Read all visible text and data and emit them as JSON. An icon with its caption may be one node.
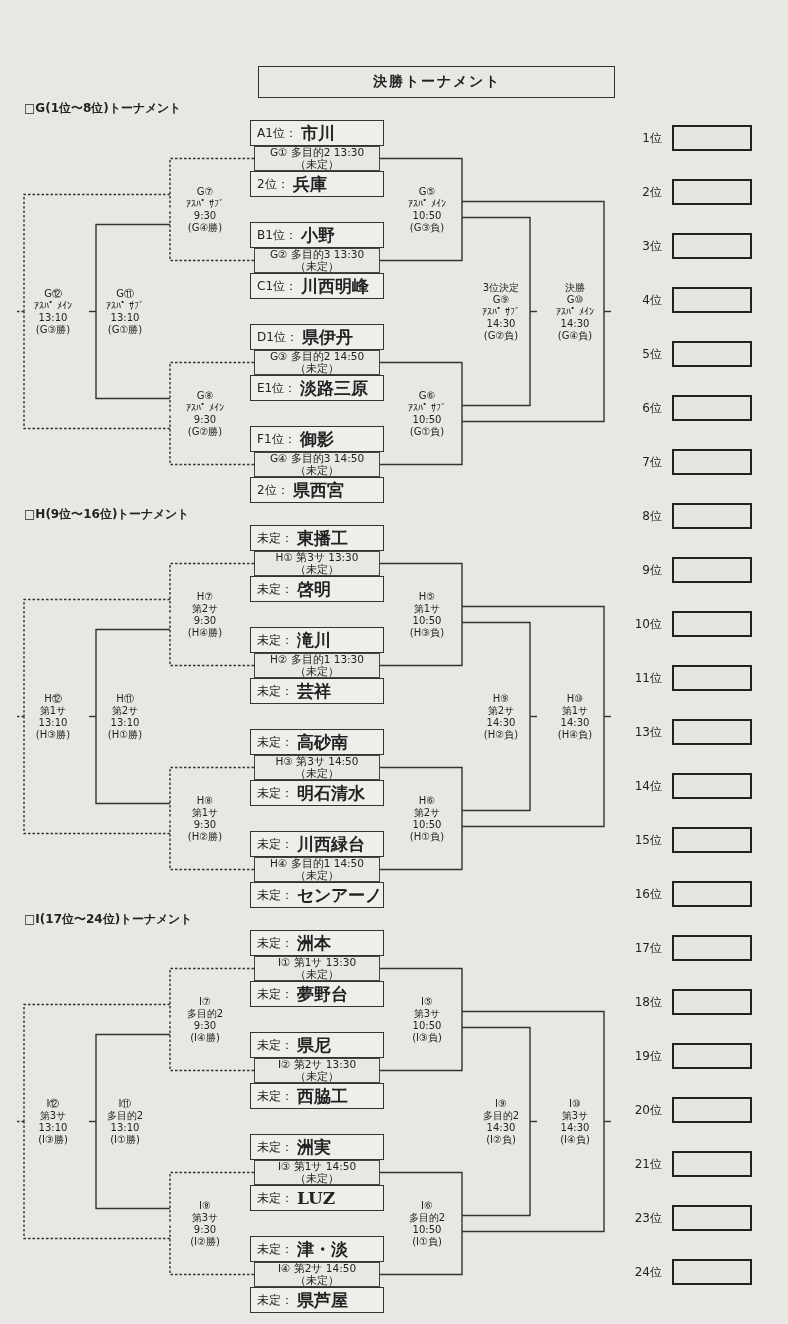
{
  "diagram": {
    "title": "決勝トーナメント",
    "nodes": [
      {
        "text": [
          "A1位：",
          "市川"
        ]
      },
      {
        "text": [
          "2位：",
          "兵庫"
        ]
      },
      {
        "text": [
          "B1位：",
          "小野"
        ]
      },
      {
        "text": [
          "C1位：",
          "川西明峰"
        ]
      },
      {
        "text": [
          "D1位：",
          "県伊丹"
        ]
      },
      {
        "text": [
          "E1位：",
          "淡路三原"
        ]
      },
      {
        "text": [
          "F1位：",
          "御影"
        ]
      },
      {
        "text": [
          "2位：",
          "県西宮"
        ]
      },
      {
        "text": [
          "G① 多目的2 13:30",
          "（未定）"
        ]
      },
      {
        "text": [
          "G② 多目的3 13:30",
          "（未定）"
        ]
      },
      {
        "text": [
          "G③ 多目的2 14:50",
          "（未定）"
        ]
      },
      {
        "text": [
          "G④ 多目的3 14:50",
          "（未定）"
        ]
      },
      {
        "text": [
          "G⑤",
          "ｱｽﾊﾟ ﾒｲﾝ",
          "10:50",
          "(G③負)"
        ]
      },
      {
        "text": [
          "G⑥",
          "ｱｽﾊﾟ ｻﾌﾞ",
          "10:50",
          "(G①負)"
        ]
      },
      {
        "text": [
          "G⑦",
          "ｱｽﾊﾟ ｻﾌﾞ",
          "9:30",
          "(G④勝)"
        ]
      },
      {
        "text": [
          "G⑧",
          "ｱｽﾊﾟ ﾒｲﾝ",
          "9:30",
          "(G②勝)"
        ]
      },
      {
        "text": [
          "3位決定",
          "G⑨",
          "ｱｽﾊﾟ ｻﾌﾞ",
          "14:30",
          "(G②負)"
        ]
      },
      {
        "text": [
          "決勝",
          "G⑩",
          "ｱｽﾊﾟ ﾒｲﾝ",
          "14:30",
          "(G④負)"
        ]
      },
      {
        "text": [
          "G⑪",
          "ｱｽﾊﾟ ｻﾌﾞ",
          "13:10",
          "(G①勝)"
        ]
      },
      {
        "text": [
          "G⑫",
          "ｱｽﾊﾟ ﾒｲﾝ",
          "13:10",
          "(G③勝)"
        ]
      },
      {
        "text": [
          "未定：",
          "東播工"
        ]
      },
      {
        "text": [
          "未定：",
          "啓明"
        ]
      },
      {
        "text": [
          "未定：",
          "滝川"
        ]
      },
      {
        "text": [
          "未定：",
          "芸祥"
        ]
      },
      {
        "text": [
          "未定：",
          "高砂南"
        ]
      },
      {
        "text": [
          "未定：",
          "明石清水"
        ]
      },
      {
        "text": [
          "未定：",
          "川西緑台"
        ]
      },
      {
        "text": [
          "未定：",
          "センアーノ"
        ]
      },
      {
        "text": [
          "H① 第3サ 13:30",
          "（未定）"
        ]
      },
      {
        "text": [
          "H② 多目的1 13:30",
          "（未定）"
        ]
      },
      {
        "text": [
          "H③ 第3サ 14:50",
          "（未定）"
        ]
      },
      {
        "text": [
          "H④ 多目的1 14:50",
          "（未定）"
        ]
      },
      {
        "text": [
          "H⑤",
          "第1サ",
          "10:50",
          "(H③負)"
        ]
      },
      {
        "text": [
          "H⑥",
          "第2サ",
          "10:50",
          "(H①負)"
        ]
      },
      {
        "text": [
          "H⑦",
          "第2サ",
          "9:30",
          "(H④勝)"
        ]
      },
      {
        "text": [
          "H⑧",
          "第1サ",
          "9:30",
          "(H②勝)"
        ]
      },
      {
        "text": [
          "H⑨",
          "第2サ",
          "14:30",
          "(H②負)"
        ]
      },
      {
        "text": [
          "H⑩",
          "第1サ",
          "14:30",
          "(H④負)"
        ]
      },
      {
        "text": [
          "H⑪",
          "第2サ",
          "13:10",
          "(H①勝)"
        ]
      },
      {
        "text": [
          "H⑫",
          "第1サ",
          "13:10",
          "(H③勝)"
        ]
      },
      {
        "text": [
          "未定：",
          "洲本"
        ]
      },
      {
        "text": [
          "未定：",
          "夢野台"
        ]
      },
      {
        "text": [
          "未定：",
          "県尼"
        ]
      },
      {
        "text": [
          "未定：",
          "西脇工"
        ]
      },
      {
        "text": [
          "未定：",
          "洲実"
        ]
      },
      {
        "text": [
          "未定：",
          "LUZ"
        ]
      },
      {
        "text": [
          "未定：",
          "津・淡"
        ]
      },
      {
        "text": [
          "未定：",
          "県芦屋"
        ]
      },
      {
        "text": [
          "I① 第1サ 13:30",
          "（未定）"
        ]
      },
      {
        "text": [
          "I② 第2サ 13:30",
          "（未定）"
        ]
      },
      {
        "text": [
          "I③ 第1サ 14:50",
          "（未定）"
        ]
      },
      {
        "text": [
          "I④ 第2サ 14:50",
          "（未定）"
        ]
      },
      {
        "text": [
          "I⑤",
          "第3サ",
          "10:50",
          "(I③負)"
        ]
      },
      {
        "text": [
          "I⑥",
          "多目的2",
          "10:50",
          "(I①負)"
        ]
      },
      {
        "text": [
          "I⑦",
          "多目的2",
          "9:30",
          "(I④勝)"
        ]
      },
      {
        "text": [
          "I⑧",
          "第3サ",
          "9:30",
          "(I②勝)"
        ]
      },
      {
        "text": [
          "I⑨",
          "多目的2",
          "14:30",
          "(I②負)"
        ]
      },
      {
        "text": [
          "I⑩",
          "第3サ",
          "14:30",
          "(I④負)"
        ]
      },
      {
        "text": [
          "I⑪",
          "多目的2",
          "13:10",
          "(I①勝)"
        ]
      },
      {
        "text": [
          "I⑫",
          "第3サ",
          "13:10",
          "(I③勝)"
        ]
      },
      {
        "text": [],
        "shape": "box",
        "beside": [
          "1位"
        ]
      },
      {
        "text": [],
        "shape": "box",
        "beside": [
          "2位"
        ]
      },
      {
        "text": [],
        "shape": "box",
        "beside": [
          "3位"
        ]
      },
      {
        "text": [],
        "shape": "box",
        "beside": [
          "4位"
        ]
      },
      {
        "text": [],
        "shape": "box",
        "beside": [
          "5位"
        ]
      },
      {
        "text": [],
        "shape": "box",
        "beside": [
          "6位"
        ]
      },
      {
        "text": [],
        "shape": "box",
        "beside": [
          "7位"
        ]
      },
      {
        "text": [],
        "shape": "box",
        "beside": [
          "8位"
        ]
      },
      {
        "text": [],
        "shape": "box",
        "beside": [
          "9位"
        ]
      },
      {
        "text": [],
        "shape": "box",
        "beside": [
          "10位"
        ]
      },
      {
        "text": [],
        "shape": "box",
        "beside": [
          "11位"
        ]
      },
      {
        "text": [],
        "shape": "box",
        "beside": [
          "13位"
        ]
      },
      {
        "text": [],
        "shape": "box",
        "beside": [
          "14位"
        ]
      },
      {
        "text": [],
        "shape": "box",
        "beside": [
          "15位"
        ]
      },
      {
        "text": [],
        "shape": "box",
        "beside": [
          "16位"
        ]
      },
      {
        "text": [],
        "shape": "box",
        "beside": [
          "17位"
        ]
      },
      {
        "text": [],
        "shape": "box",
        "beside": [
          "18位"
        ]
      },
      {
        "text": [],
        "shape": "box",
        "beside": [
          "19位"
        ]
      },
      {
        "text": [],
        "shape": "box",
        "beside": [
          "20位"
        ]
      },
      {
        "text": [],
        "shape": "box",
        "beside": [
          "21位"
        ]
      },
      {
        "text": [],
        "shape": "box",
        "beside": [
          "23位"
        ]
      },
      {
        "text": [],
        "shape": "box",
        "beside": [
          "24位"
        ]
      }
    ],
    "edges": [
      {
        "from": 8,
        "to": 12,
        "arrow": "none"
      },
      {
        "from": 9,
        "to": 12,
        "arrow": "none"
      },
      {
        "from": 10,
        "to": 13,
        "arrow": "none"
      },
      {
        "from": 11,
        "to": 13,
        "arrow": "none"
      },
      {
        "from": 8,
        "to": 14,
        "arrow": "none",
        "style": "dashed"
      },
      {
        "from": 9,
        "to": 14,
        "arrow": "none",
        "style": "dashed"
      },
      {
        "from": 10,
        "to": 15,
        "arrow": "none",
        "style": "dashed"
      },
      {
        "from": 11,
        "to": 15,
        "arrow": "none",
        "style": "dashed"
      },
      {
        "from": 12,
        "to": 17,
        "arrow": "none"
      },
      {
        "from": 13,
        "to": 17,
        "arrow": "none"
      },
      {
        "from": 12,
        "to": 16,
        "arrow": "none"
      },
      {
        "from": 13,
        "to": 16,
        "arrow": "none"
      },
      {
        "from": 14,
        "to": 18,
        "arrow": "none"
      },
      {
        "from": 15,
        "to": 18,
        "arrow": "none"
      },
      {
        "from": 14,
        "to": 19,
        "arrow": "none",
        "style": "dashed"
      },
      {
        "from": 15,
        "to": 19,
        "arrow": "none",
        "style": "dashed"
      },
      {
        "from": 16,
        "to": null,
        "arrow": "none"
      },
      {
        "from": 17,
        "to": null,
        "arrow": "none"
      },
      {
        "from": 18,
        "to": null,
        "arrow": "none"
      },
      {
        "from": 19,
        "to": null,
        "arrow": "none",
        "style": "dashed"
      },
      {
        "from": 28,
        "to": 32,
        "arrow": "none"
      },
      {
        "from": 29,
        "to": 32,
        "arrow": "none"
      },
      {
        "from": 30,
        "to": 33,
        "arrow": "none"
      },
      {
        "from": 31,
        "to": 33,
        "arrow": "none"
      },
      {
        "from": 28,
        "to": 34,
        "arrow": "none",
        "style": "dashed"
      },
      {
        "from": 29,
        "to": 34,
        "arrow": "none",
        "style": "dashed"
      },
      {
        "from": 30,
        "to": 35,
        "arrow": "none",
        "style": "dashed"
      },
      {
        "from": 31,
        "to": 35,
        "arrow": "none",
        "style": "dashed"
      },
      {
        "from": 32,
        "to": 37,
        "arrow": "none"
      },
      {
        "from": 33,
        "to": 37,
        "arrow": "none"
      },
      {
        "from": 32,
        "to": 36,
        "arrow": "none"
      },
      {
        "from": 33,
        "to": 36,
        "arrow": "none"
      },
      {
        "from": 34,
        "to": 38,
        "arrow": "none"
      },
      {
        "from": 35,
        "to": 38,
        "arrow": "none"
      },
      {
        "from": 34,
        "to": 39,
        "arrow": "none",
        "style": "dashed"
      },
      {
        "from": 35,
        "to": 39,
        "arrow": "none",
        "style": "dashed"
      },
      {
        "from": 36,
        "to": null,
        "arrow": "none"
      },
      {
        "from": 37,
        "to": null,
        "arrow": "none"
      },
      {
        "from": 38,
        "to": null,
        "arrow": "none"
      },
      {
        "from": 39,
        "to": null,
        "arrow": "none",
        "style": "dashed"
      },
      {
        "from": 48,
        "to": 52,
        "arrow": "none"
      },
      {
        "from": 49,
        "to": 52,
        "arrow": "none"
      },
      {
        "from": 50,
        "to": 53,
        "arrow": "none"
      },
      {
        "from": 51,
        "to": 53,
        "arrow": "none"
      },
      {
        "from": 48,
        "to": 54,
        "arrow": "none",
        "style": "dashed"
      },
      {
        "from": 49,
        "to": 54,
        "arrow": "none",
        "style": "dashed"
      },
      {
        "from": 50,
        "to": 55,
        "arrow": "none",
        "style": "dashed"
      },
      {
        "from": 51,
        "to": 55,
        "arrow": "none",
        "style": "dashed"
      },
      {
        "from": 52,
        "to": 57,
        "arrow": "none"
      },
      {
        "from": 53,
        "to": 57,
        "arrow": "none"
      },
      {
        "from": 52,
        "to": 56,
        "arrow": "none"
      },
      {
        "from": 53,
        "to": 56,
        "arrow": "none"
      },
      {
        "from": 54,
        "to": 58,
        "arrow": "none"
      },
      {
        "from": 55,
        "to": 58,
        "arrow": "none"
      },
      {
        "from": 54,
        "to": 59,
        "arrow": "none",
        "style": "dashed"
      },
      {
        "from": 55,
        "to": 59,
        "arrow": "none",
        "style": "dashed"
      },
      {
        "from": 56,
        "to": null,
        "arrow": "none"
      },
      {
        "from": 57,
        "to": null,
        "arrow": "none"
      },
      {
        "from": 58,
        "to": null,
        "arrow": "none"
      },
      {
        "from": 59,
        "to": null,
        "arrow": "none",
        "style": "dashed"
      }
    ],
    "labels": [
      "□G(1位〜8位)トーナメント",
      "□H(9位〜16位)トーナメント",
      "□I(17位〜24位)トーナメント"
    ]
  }
}
